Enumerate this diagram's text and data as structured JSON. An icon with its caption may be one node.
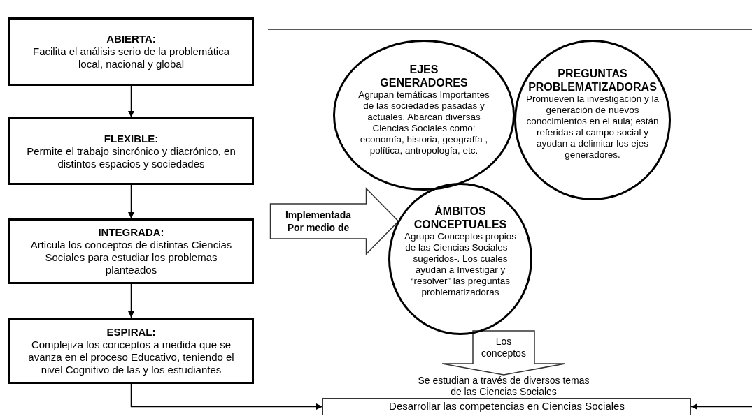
{
  "diagram": {
    "nodes": [
      {
        "text": [
          "ABIERTA:",
          "Facilita el análisis serio de la problemática local, nacional y global"
        ]
      },
      {
        "text": [
          "FLEXIBLE:",
          "Permite el trabajo sincrónico y diacrónico, en distintos espacios y sociedades"
        ]
      },
      {
        "text": [
          "INTEGRADA:",
          "Articula los conceptos de distintas Ciencias Sociales para estudiar los problemas planteados"
        ]
      },
      {
        "text": [
          "ESPIRAL:",
          "Complejiza los conceptos a medida que se avanza en el proceso Educativo, teniendo el nivel Cognitivo de las y los estudiantes"
        ]
      },
      {
        "text": [
          "EJES GENERADORES",
          "Agrupan temáticas Importantes de las sociedades pasadas y actuales. Abarcan diversas Ciencias Sociales como: economía, historia, geografía , política, antropología, etc."
        ]
      },
      {
        "text": [
          "PREGUNTAS PROBLEMATIZADORAS",
          "Promueven la investigación y la generación de nuevos conocimientos en el aula; están referidas al campo social y ayudan a delimitar los ejes generadores."
        ]
      },
      {
        "text": [
          "ÁMBITOS CONCEPTUALES",
          "Agrupa Conceptos propios de las Ciencias Sociales –sugeridos-. Los cuales ayudan a Investigar y “resolver” las preguntas problematizadoras"
        ]
      },
      {
        "text": [
          "Se estudian a través de diversos temas de las Ciencias Sociales"
        ]
      },
      {
        "text": [
          "Desarrollar las competencias en Ciencias Sociales"
        ]
      }
    ],
    "edges": [
      {
        "from": 0,
        "to": 1,
        "arrow": "to"
      },
      {
        "from": 1,
        "to": 2,
        "arrow": "to"
      },
      {
        "from": 2,
        "to": 3,
        "arrow": "to"
      },
      {
        "from": 3,
        "to": 8,
        "arrow": "to"
      },
      {
        "from": null,
        "to": 8,
        "arrow": "to"
      },
      {
        "from": null,
        "to": 6,
        "arrow": "to",
        "label": "Implementada Por medio de"
      },
      {
        "from": 6,
        "to": 7,
        "arrow": "to",
        "label": "Los conceptos"
      }
    ]
  }
}
